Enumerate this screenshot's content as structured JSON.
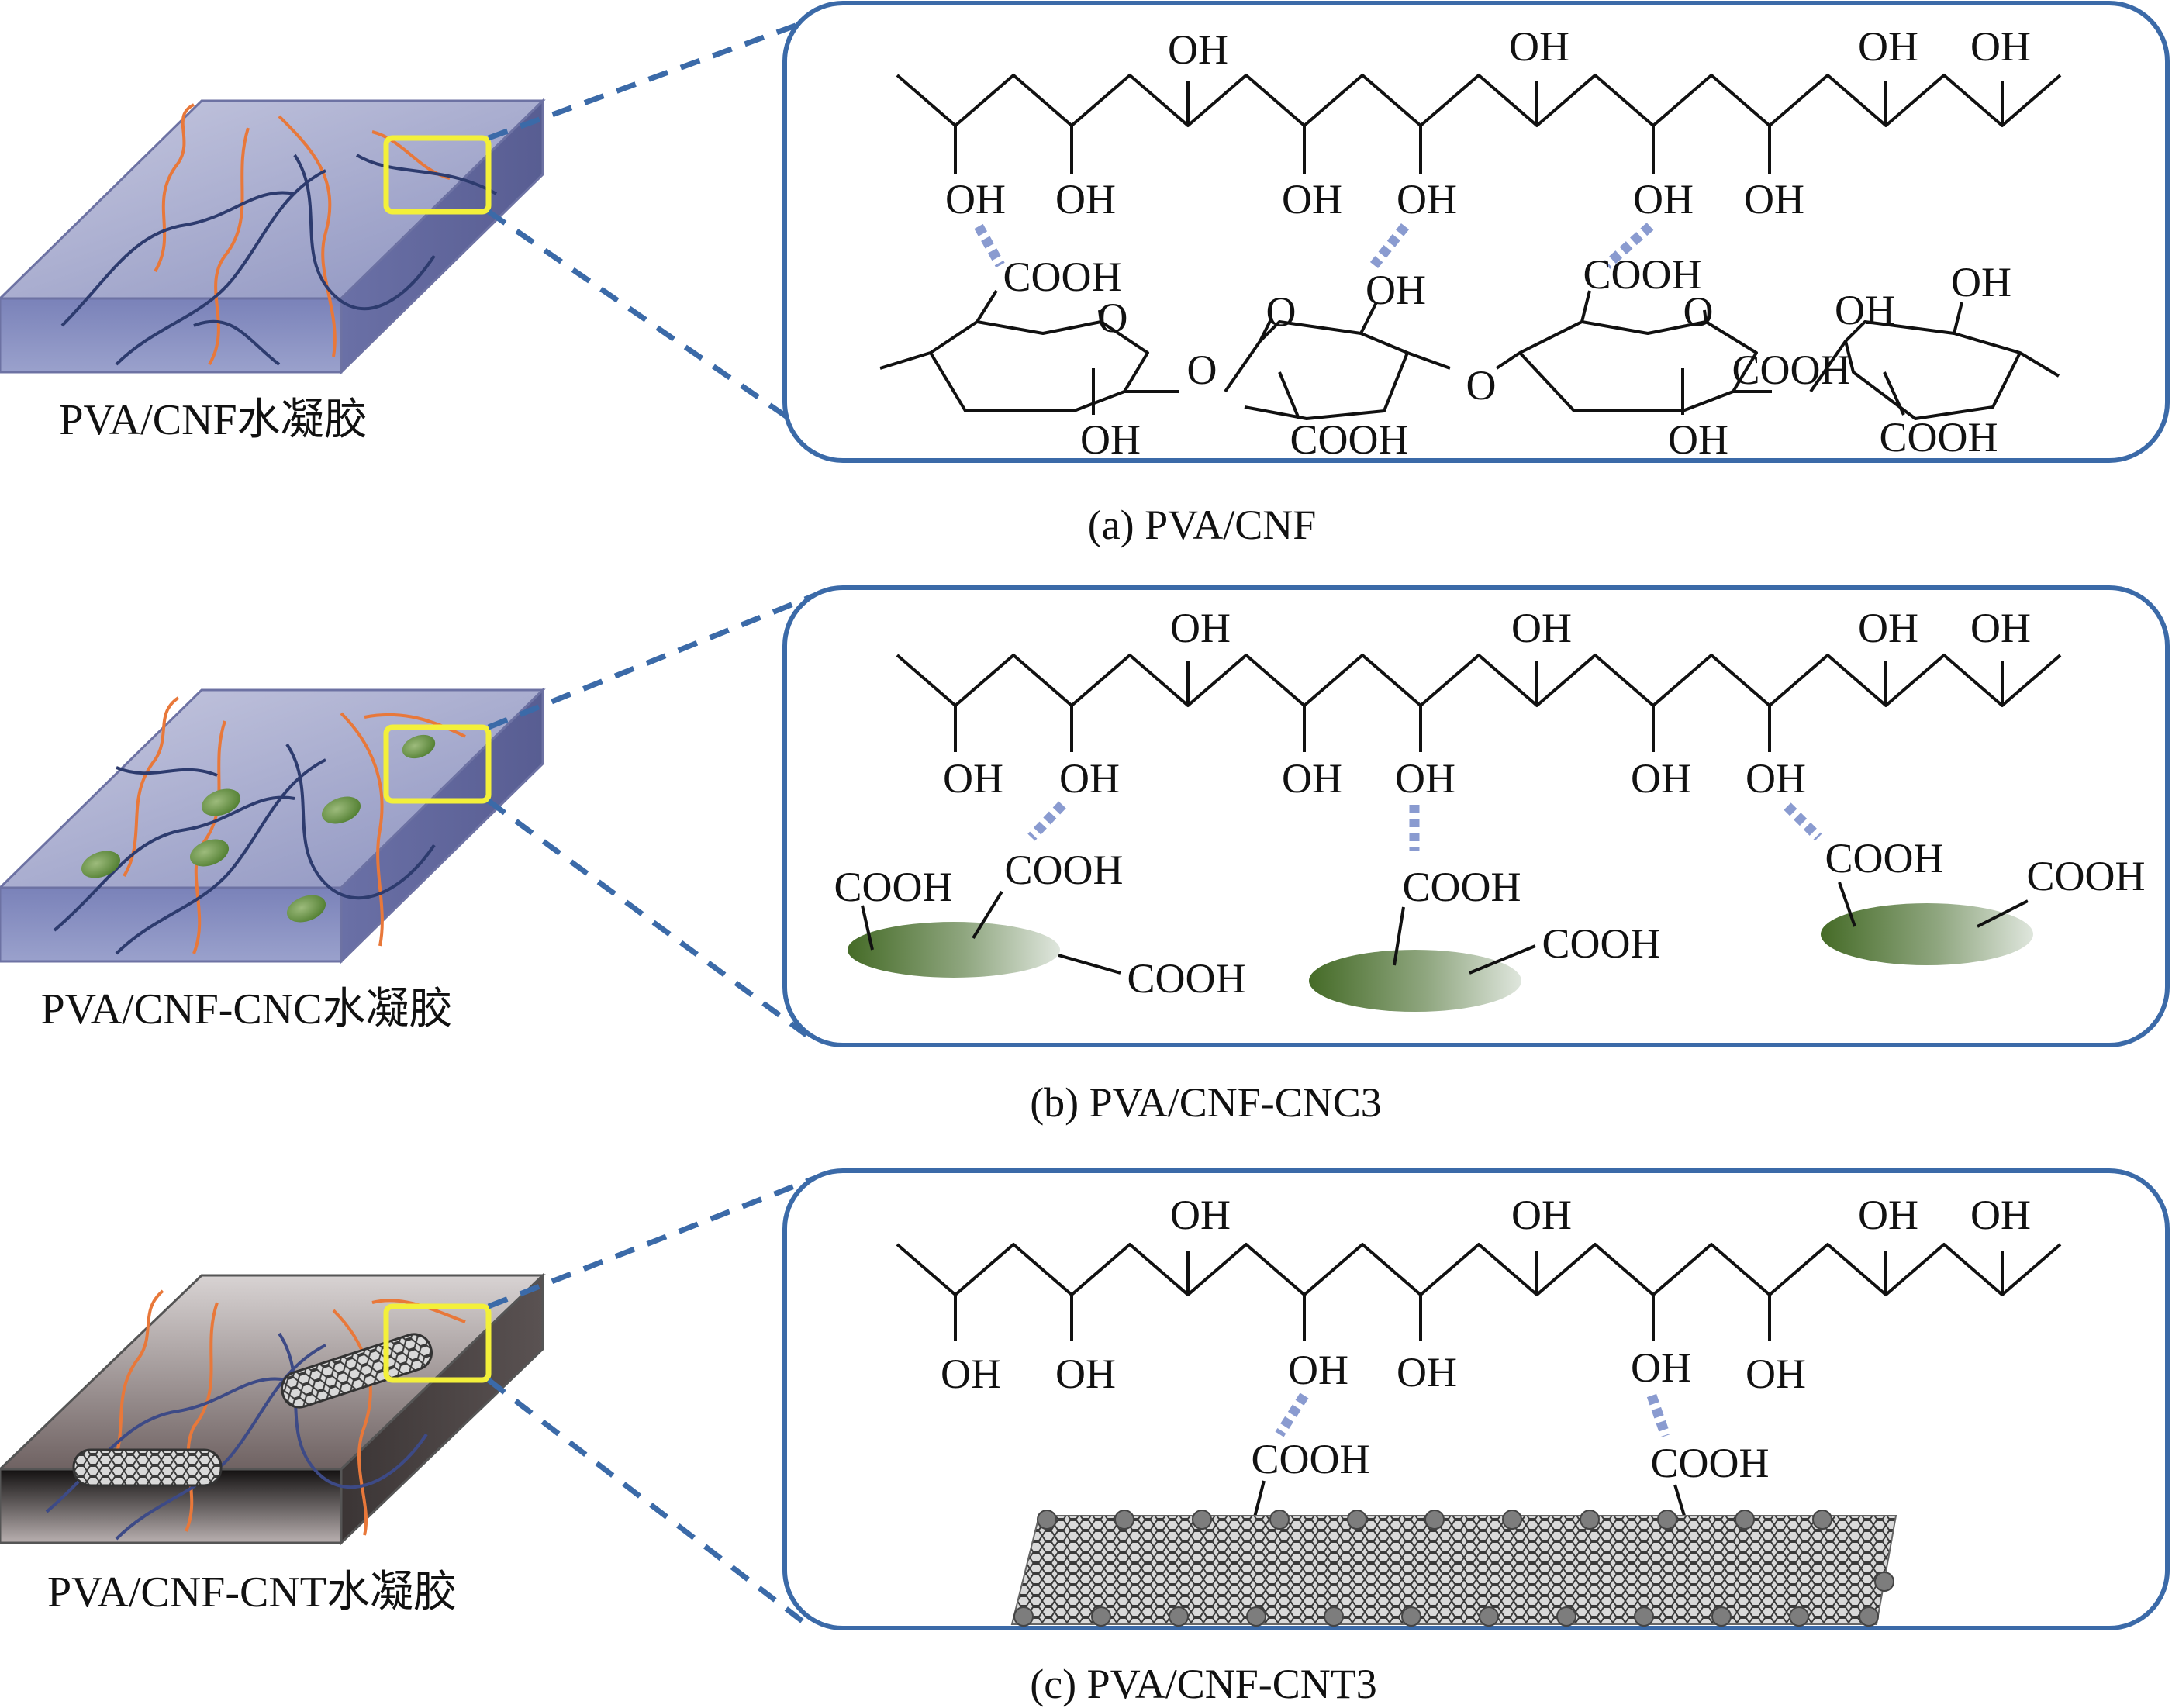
{
  "panels": [
    {
      "id": "a",
      "slab_label": "PVA/CNF水凝胶",
      "caption": "(a) PVA/CNF",
      "oh_top": [
        "OH",
        "OH",
        "OH",
        "OH"
      ],
      "oh_bottom": [
        "OH",
        "OH",
        "OH",
        "OH",
        "OH",
        "OH"
      ],
      "cellulose": [
        "COOH",
        "O",
        "O",
        "OH",
        "O",
        "COOH",
        "O",
        "O",
        "OH",
        "OH",
        "COOH",
        "OH",
        "COOH",
        "OH",
        "COOH"
      ]
    },
    {
      "id": "b",
      "slab_label": "PVA/CNF-CNC水凝胶",
      "caption": "(b) PVA/CNF-CNC3",
      "oh_top": [
        "OH",
        "OH",
        "OH",
        "OH"
      ],
      "oh_bottom": [
        "OH",
        "OH",
        "OH",
        "OH",
        "OH",
        "OH"
      ],
      "cnc": [
        "COOH",
        "COOH",
        "COOH",
        "COOH",
        "COOH",
        "COOH",
        "COOH"
      ]
    },
    {
      "id": "c",
      "slab_label": "PVA/CNF-CNT水凝胶",
      "caption": "(c) PVA/CNF-CNT3",
      "oh_top": [
        "OH",
        "OH",
        "OH",
        "OH"
      ],
      "oh_bottom": [
        "OH",
        "OH",
        "OH",
        "OH",
        "OH",
        "OH"
      ],
      "cnt": [
        "COOH",
        "COOH"
      ]
    }
  ],
  "colors": {
    "frame": "#3b6aa8",
    "hbond": "#8a9bd0",
    "highlight": "#f3f03a",
    "fiber_orange": "#e8783a",
    "fiber_navy": "#2d3b6e",
    "cnc_green": "#4f7a2e"
  }
}
